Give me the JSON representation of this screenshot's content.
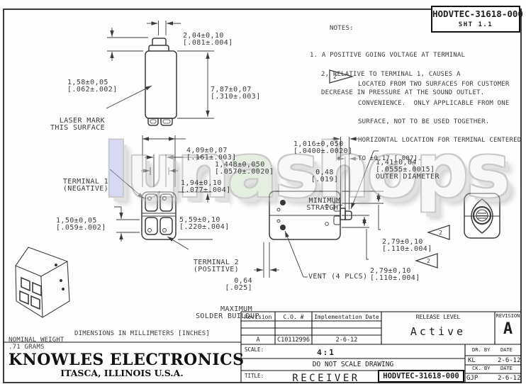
{
  "sheet_box": {
    "code": "HODVTEC-31618-000",
    "sheet": "SHT 1.1"
  },
  "notes": {
    "heading": "NOTES:",
    "note1": [
      "1. A POSITIVE GOING VOLTAGE AT TERMINAL",
      "2, RELATIVE TO TERMINAL 1, CAUSES A",
      "DECREASE IN PRESSURE AT THE SOUND OUTLET."
    ],
    "note2_flag": "2",
    "note2": [
      "LOCATED FROM TWO SURFACES FOR CUSTOMER",
      "CONVENIENCE.  ONLY APPLICABLE FROM ONE",
      "SURFACE, NOT TO BE USED TOGETHER.",
      "HORIZONTAL LOCATION FOR TERMINAL CENTERED",
      "TO ±0,17 [.007]."
    ]
  },
  "watermark": {
    "segments": [
      {
        "text": "l",
        "color": "#b2b4eb"
      },
      {
        "text": "un",
        "color": "#f4f4f4"
      },
      {
        "text": "a",
        "color": "#cfe2c6"
      },
      {
        "text": "shops",
        "color": "#f4f4f4"
      }
    ]
  },
  "dims": {
    "nozzle_w": {
      "mm": "2,04±0,10",
      "in": "[.081±.004]"
    },
    "body_h": {
      "mm": "7,87±0,07",
      "in": "[.310±.003]"
    },
    "laser_off": {
      "mm": "1,58±0,05",
      "in": "[.062±.002]"
    },
    "body_w": {
      "mm": "4,09±0,07",
      "in": "[.161±.003]"
    },
    "term_pitch": {
      "mm": "1,448±0,050",
      "in": "[.0570±.0020]"
    },
    "term_off": {
      "mm": "1,94±0,10",
      "in": "[.077±.004]"
    },
    "term_h": {
      "mm": "1,50±0,05",
      "in": "[.059±.002]"
    },
    "body_d": {
      "mm": "5,59±0,10",
      "in": "[.220±.004]"
    },
    "port_len": {
      "mm": "1,016±0,050",
      "in": "[.0400±.0020]"
    },
    "straight": {
      "mm": "0,48",
      "in": "[.019]",
      "l3": "MINIMUM",
      "l4": "STRAIGHT"
    },
    "od": {
      "mm": "1,41±0,04",
      "in": "[.0555±.0015]",
      "l3": "OUTER DIAMETER"
    },
    "vent_top": {
      "mm": "2,79±0,10",
      "in": "[.110±.004]",
      "flag": "2"
    },
    "vent_bot": {
      "mm": "2,79±0,10",
      "in": "[.110±.004]",
      "flag": "2"
    },
    "solder": {
      "l1": "0,64",
      "l2": "[.025]",
      "l3": "MAXIMUM",
      "l4": "SOLDER BUILDUP"
    }
  },
  "labels": {
    "laser_mark": [
      "LASER MARK",
      "THIS SURFACE"
    ],
    "terminal1": [
      "TERMINAL 1",
      "(NEGATIVE)"
    ],
    "terminal2": [
      "TERMINAL 2",
      "(POSITIVE)"
    ],
    "vent": "VENT (4 PLCS)",
    "nominal_weight": [
      "NOMINAL WEIGHT",
      ".71 GRAMS"
    ],
    "dims_units": "DIMENSIONS IN MILLIMETERS [INCHES]"
  },
  "company": {
    "name": "KNOWLES ELECTRONICS",
    "location": "ITASCA, ILLINOIS U.S.A."
  },
  "titleblock": {
    "rev_headers": [
      "Revision",
      "C.O. #",
      "Implementation Date"
    ],
    "rev_row": [
      "A",
      "C10112996",
      "2-6-12"
    ],
    "release_level_label": "RELEASE LEVEL",
    "release_level": "Active",
    "revision_label": "REVISION",
    "revision": "A",
    "scale_label": "SCALE:",
    "scale": "4:1",
    "do_not_scale": "DO NOT SCALE DRAWING",
    "title_label": "TITLE:",
    "title": "RECEIVER",
    "part_number": "HODVTEC-31618-000",
    "sign": {
      "dr_label": "DR. BY",
      "date_label": "DATE",
      "dr": "KL",
      "dr_date": "2-6-12",
      "ck_label": "CK. BY",
      "date_label2": "DATE",
      "ck": "GJP",
      "ck_date": "2-6-12"
    }
  },
  "colors": {
    "line": "#3c3c3c",
    "watermark_blue": "#b2b4eb",
    "watermark_green": "#cfe2c6"
  }
}
